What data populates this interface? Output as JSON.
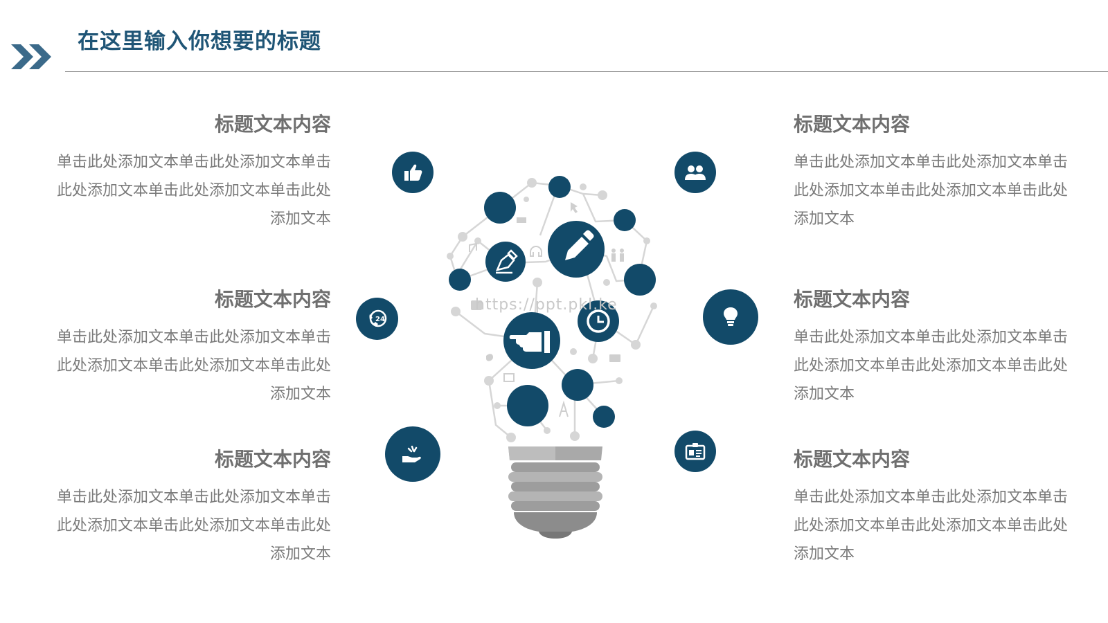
{
  "header": {
    "title": "在这里输入你想要的标题"
  },
  "blocks": [
    {
      "side": "left",
      "title": "标题文本内容",
      "lines": [
        "单击此处添加文本单击此处添加文本单击",
        "此处添加文本单击此处添加文本单击此处",
        "添加文本"
      ]
    },
    {
      "side": "left",
      "title": "标题文本内容",
      "lines": [
        "单击此处添加文本单击此处添加文本单击",
        "此处添加文本单击此处添加文本单击此处",
        "添加文本"
      ]
    },
    {
      "side": "left",
      "title": "标题文本内容",
      "lines": [
        "单击此处添加文本单击此处添加文本单击",
        "此处添加文本单击此处添加文本单击此处",
        "添加文本"
      ]
    },
    {
      "side": "right",
      "title": "标题文本内容",
      "lines": [
        "单击此处添加文本单击此处添加文本单击",
        "此处添加文本单击此处添加文本单击此处",
        "添加文本"
      ]
    },
    {
      "side": "right",
      "title": "标题文本内容",
      "lines": [
        "单击此处添加文本单击此处添加文本单击",
        "此处添加文本单击此处添加文本单击此处",
        "添加文本"
      ]
    },
    {
      "side": "right",
      "title": "标题文本内容",
      "lines": [
        "单击此处添加文本单击此处添加文本单击",
        "此处添加文本单击此处添加文本单击此处",
        "添加文本"
      ]
    }
  ],
  "icons": {
    "left": [
      "thumbs-up-icon",
      "phone-24-icon",
      "hand-plant-icon"
    ],
    "right": [
      "people-icon",
      "lightbulb-icon",
      "id-card-icon"
    ]
  },
  "watermark": "https://ppt.pkl.ke",
  "colors": {
    "accent": "#124a69",
    "title": "#1f5576",
    "heading_gray": "#6f6f6f",
    "body_gray": "#7a7a7a",
    "network_gray": "#d6d6d6"
  }
}
